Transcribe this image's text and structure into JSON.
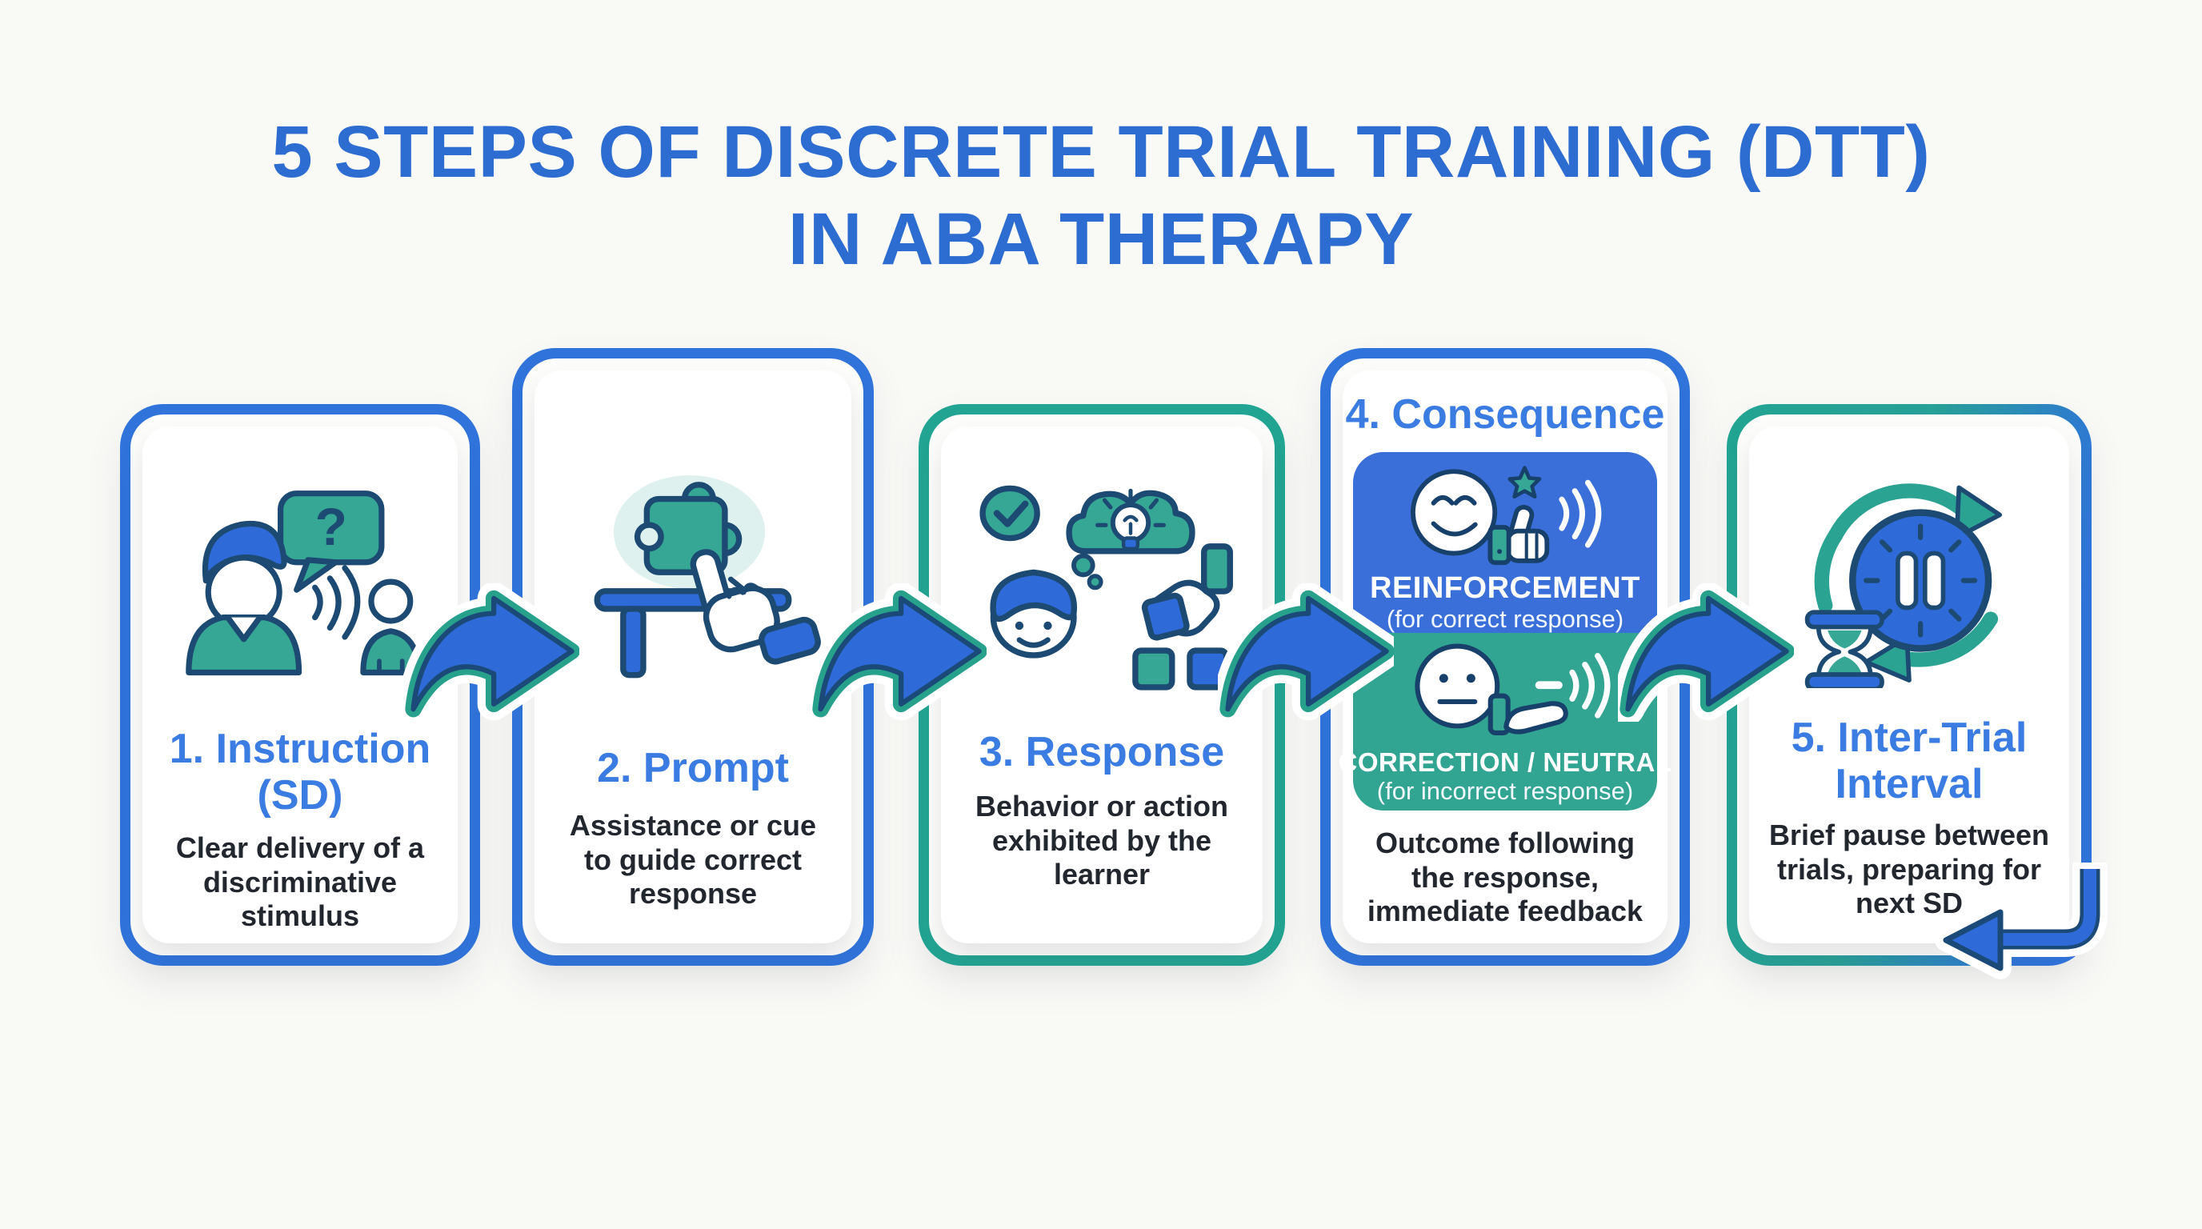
{
  "title": {
    "line1": "5 STEPS OF DISCRETE TRIAL TRAINING (DTT)",
    "line2": "IN ABA THERAPY"
  },
  "icons": {
    "question_mark": "?",
    "names": [
      "instruction-icon",
      "prompt-icon",
      "response-icon",
      "reinforcement-icon",
      "correction-icon",
      "inter-trial-icon",
      "flow-arrow-icon",
      "return-arrow-icon"
    ]
  },
  "steps": [
    {
      "title_line1": "1. Instruction",
      "title_line2": "(SD)",
      "description": "Clear delivery of a discriminative stimulus",
      "icon": "instruction-icon",
      "border_color": "#2f73db"
    },
    {
      "title_line1": "2. Prompt",
      "title_line2": "",
      "description": "Assistance or cue to guide correct response",
      "icon": "prompt-icon",
      "border_color": "#2f73db"
    },
    {
      "title_line1": "3. Response",
      "title_line2": "",
      "description": "Behavior or action exhibited by the learner",
      "icon": "response-icon",
      "border_color": "#22a492"
    },
    {
      "title_line1": "4. Consequence",
      "title_line2": "",
      "description": "Outcome following the response, immediate feedback",
      "icon": "feedback-faces-icon",
      "border_color": "#2f73db",
      "reinforcement": {
        "label": "REINFORCEMENT",
        "sublabel": "(for correct response)",
        "panel_color": "#3a6fd9"
      },
      "correction": {
        "label": "CORRECTION / NEUTRAL",
        "sublabel": "(for incorrect response)",
        "panel_color": "#31a492"
      }
    },
    {
      "title_line1": "5. Inter-Trial",
      "title_line2": "Interval",
      "description": "Brief pause between trials, preparing for next SD",
      "icon": "inter-trial-icon",
      "border_color": "teal-to-blue-gradient"
    }
  ],
  "colors": {
    "background": "#f9f9f6",
    "title_blue": "#2d6cd0",
    "step_title_blue": "#3b7ce2",
    "text_dark": "#22262e",
    "ring_blue": "#2f73db",
    "ring_teal": "#22a492",
    "panel_blue": "#3a6fd9",
    "panel_teal": "#31a492",
    "arrow_blue": "#2f6bd8",
    "arrow_teal_outline": "#27a18c",
    "outline_navy": "#1d4a73",
    "icon_teal": "#35a794",
    "icon_blue": "#2f6bd8"
  }
}
